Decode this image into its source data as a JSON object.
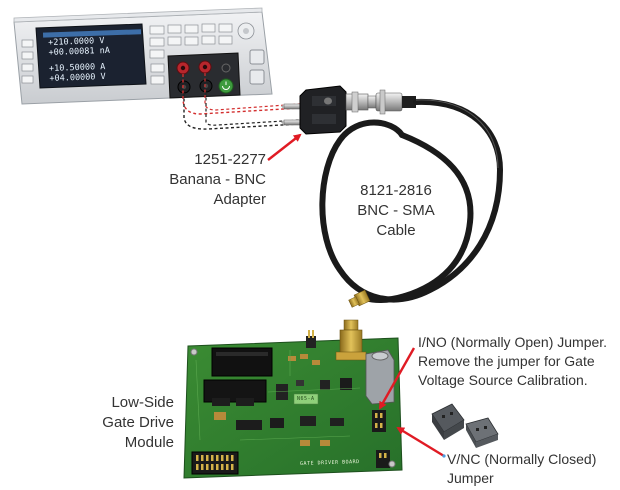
{
  "instrument": {
    "screen_rows": [
      {
        "value": "+210.0000",
        "unit": "V"
      },
      {
        "value": "+00.00081",
        "unit": "nA"
      },
      {
        "value": "+10.50000",
        "unit": "A"
      },
      {
        "value": "+04.00000",
        "unit": "V"
      }
    ]
  },
  "labels": {
    "adapter": {
      "part": "1251-2277",
      "line1": "Banana - BNC",
      "line2": "Adapter"
    },
    "cable": {
      "part": "8121-2816",
      "line1": "BNC - SMA",
      "line2": "Cable"
    },
    "module": {
      "line1": "Low-Side",
      "line2": "Gate Drive",
      "line3": "Module"
    },
    "ino_jumper": {
      "line1": "I/NO (Normally Open) Jumper.",
      "line2": "Remove the jumper for Gate",
      "line3": "Voltage Source Calibration."
    },
    "vnc_jumper": {
      "line1": "V/NC (Normally Closed)",
      "line2": "Jumper"
    }
  },
  "board": {
    "silkscreen": "GATE DRIVER BOARD",
    "badge": "N65-A"
  },
  "colors": {
    "arrow": "#e01b24",
    "board_green": "#2f7d2b",
    "cable": "#1a1a1a",
    "instrument_body": "#d9dbde",
    "screen": "#1b2230",
    "text": "#333333"
  }
}
